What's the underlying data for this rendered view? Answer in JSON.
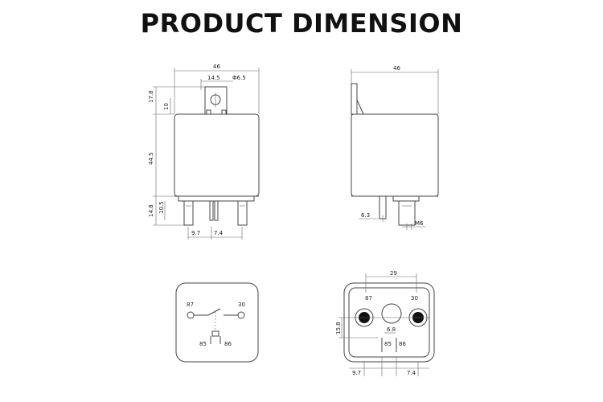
{
  "title": "PRODUCT DIMENSION",
  "front_view": {
    "width": "46",
    "tab_offset": "14.5",
    "hole_diameter": "Φ6.5",
    "tab_height": "17.8",
    "tab_inner": "10",
    "body_height": "44.5",
    "pin_height": "14.8",
    "pin_inner": "10.5",
    "pin_spacing": [
      "9.7",
      "7.4"
    ]
  },
  "side_view": {
    "width": "46",
    "pin_width": "6.3",
    "bolt": "M6"
  },
  "schematic": {
    "labels": [
      "87",
      "30",
      "85",
      "86"
    ]
  },
  "bottom_view": {
    "width": "29",
    "height": "15.8",
    "center_spacing": "6.8",
    "labels": [
      "87",
      "30",
      "85",
      "86"
    ],
    "bottom_left": "9.7",
    "bottom_right": "7.4"
  }
}
